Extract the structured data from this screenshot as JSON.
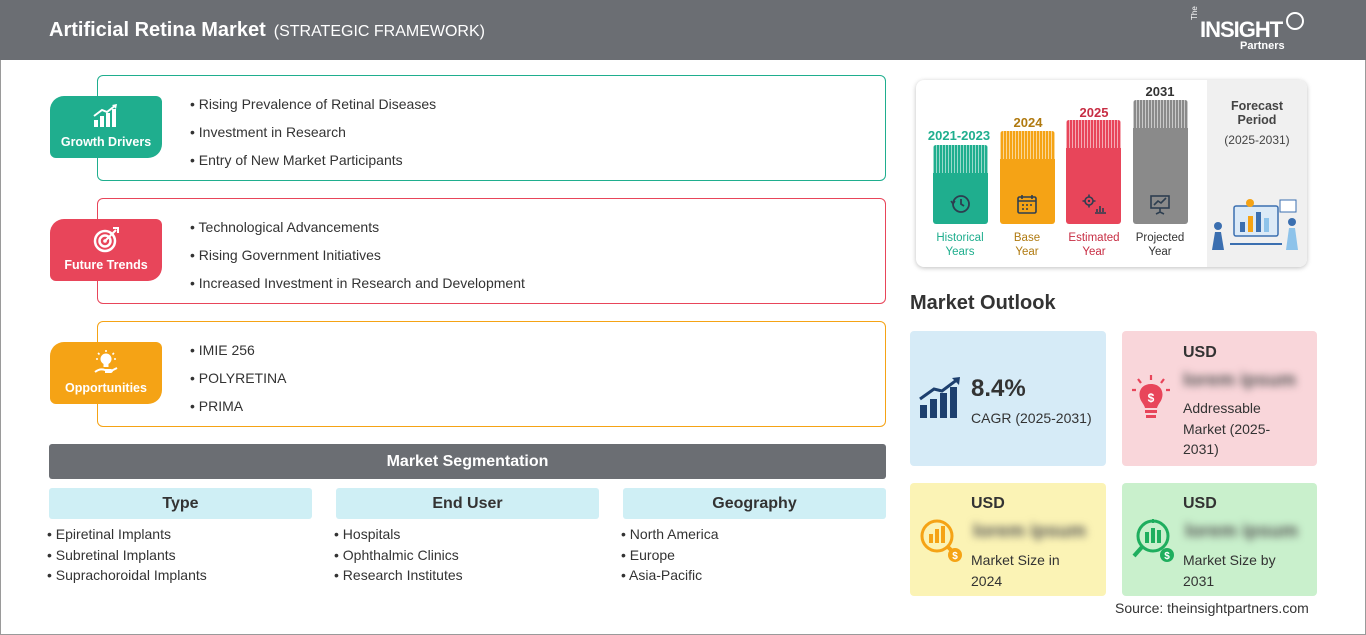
{
  "header": {
    "title": "Artificial Retina Market",
    "subtitle": "(STRATEGIC FRAMEWORK)",
    "logo_the": "The",
    "logo_main": "INSIGHT",
    "logo_partners": "Partners"
  },
  "factors": [
    {
      "label": "Growth Drivers",
      "color": "#1fae8e",
      "icon": "growth-chart-icon",
      "items": [
        "Rising Prevalence of Retinal Diseases",
        "Investment in Research",
        "Entry of New Market Participants"
      ]
    },
    {
      "label": "Future Trends",
      "color": "#e8455a",
      "icon": "target-icon",
      "items": [
        "Technological Advancements",
        "Rising Government Initiatives",
        "Increased Investment in Research and Development"
      ]
    },
    {
      "label": "Opportunities",
      "color": "#f5a315",
      "icon": "lightbulb-hand-icon",
      "items": [
        "IMIE 256",
        "POLYRETINA",
        "PRIMA"
      ]
    }
  ],
  "segmentation": {
    "title": "Market Segmentation",
    "columns": [
      {
        "heading": "Type",
        "items": [
          "Epiretinal Implants",
          "Subretinal Implants",
          "Suprachoroidal Implants"
        ]
      },
      {
        "heading": "End User",
        "items": [
          "Hospitals",
          "Ophthalmic Clinics",
          "Research Institutes"
        ]
      },
      {
        "heading": "Geography",
        "items": [
          "North America",
          "Europe",
          "Asia-Pacific"
        ]
      }
    ]
  },
  "timeline": {
    "periods": [
      {
        "year": "2021-2023",
        "label_line1": "Historical",
        "label_line2": "Years",
        "color": "#1fae8e",
        "icon": "history-clock-icon"
      },
      {
        "year": "2024",
        "label_line1": "Base",
        "label_line2": "Year",
        "color": "#f5a315",
        "icon": "calendar-icon"
      },
      {
        "year": "2025",
        "label_line1": "Estimated",
        "label_line2": "Year",
        "color": "#e8455a",
        "icon": "gear-chart-icon"
      },
      {
        "year": "2031",
        "label_line1": "Projected",
        "label_line2": "Year",
        "color": "#8a8a8a",
        "icon": "presentation-icon"
      }
    ],
    "forecast_line1": "Forecast",
    "forecast_line2": "Period",
    "forecast_range": "(2025-2031)"
  },
  "outlook": {
    "title": "Market Outlook",
    "cagr": {
      "value": "8.4%",
      "label": "CAGR (2025-2031)",
      "color": "#d6ebf7"
    },
    "addressable": {
      "currency": "USD",
      "value": "lorem ipsum",
      "label_1": "Addressable",
      "label_2": "Market (2025-",
      "label_3": "2031)",
      "color": "#f9d6da"
    },
    "size_2024": {
      "currency": "USD",
      "value": "lorem ipsum",
      "label_1": "Market Size in",
      "label_2": "2024",
      "color": "#fbf3b5"
    },
    "size_2031": {
      "currency": "USD",
      "value": "lorem ipsum",
      "label_1": "Market Size by",
      "label_2": "2031",
      "color": "#c9f0cc"
    }
  },
  "source": "Source: theinsightpartners.com"
}
